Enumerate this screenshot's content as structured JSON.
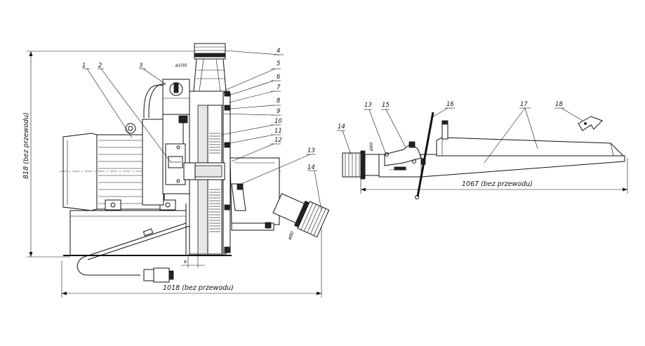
{
  "dimensions": {
    "height_label": "818 (bez przewodu)",
    "width_label": "1018 (bez przewodu)",
    "feeder_length_label": "1067 (bez przewodu)",
    "flange_gap": "6",
    "pipe_diameter_top": "ø100",
    "pipe_diameter_outlet": "ø80",
    "pipe_diameter_feeder": "ø80"
  },
  "left_callouts": [
    "1",
    "2",
    "3",
    "4",
    "5",
    "6",
    "7",
    "8",
    "9",
    "10",
    "11",
    "12",
    "13",
    "14"
  ],
  "right_callouts": [
    "13",
    "14",
    "15",
    "16",
    "17",
    "18"
  ]
}
